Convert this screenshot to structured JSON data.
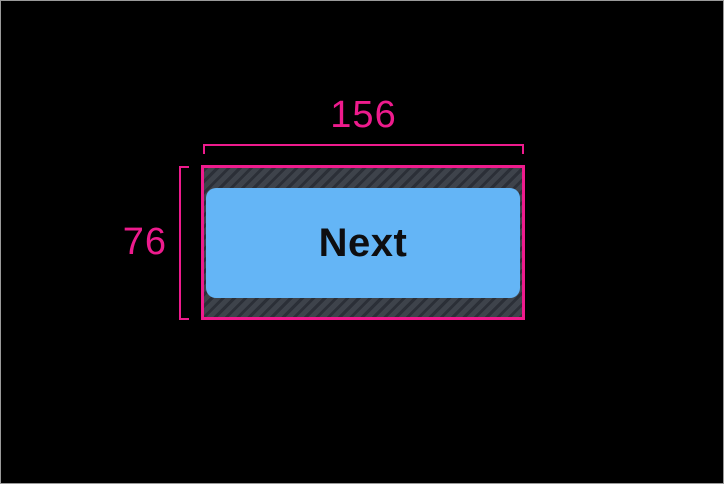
{
  "canvas": {
    "background": "#000000",
    "frame_border": "#9a9a9a"
  },
  "button": {
    "label": "Next",
    "fill": "#64b5f6",
    "text_color": "#0e0e10"
  },
  "padding_hatch": {
    "base": "#3e434b",
    "stripe": "#2b2f37",
    "pattern": "diagonal-stripes"
  },
  "measurements": {
    "accent": "#ee1b8d",
    "width": {
      "value": "156"
    },
    "height": {
      "value": "76"
    }
  }
}
